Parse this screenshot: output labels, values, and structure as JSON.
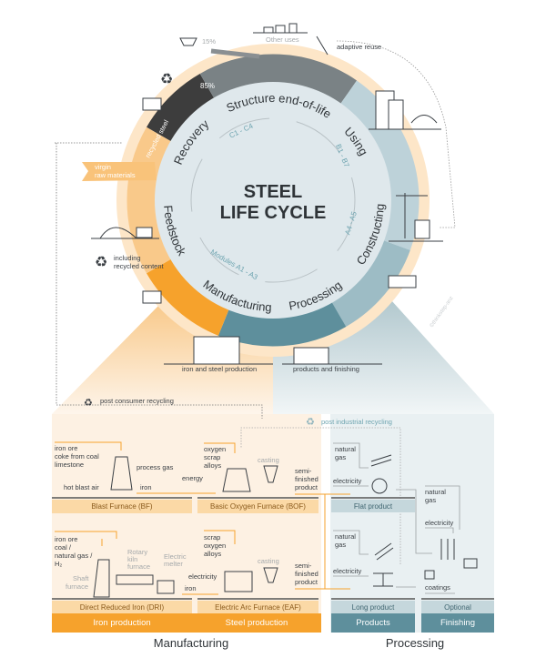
{
  "title": {
    "line1": "STEEL",
    "line2": "LIFE CYCLE"
  },
  "ring": {
    "stages": [
      "Structure end-of-life",
      "Recovery",
      "Using",
      "Feedstock",
      "Manufacturing",
      "Processing",
      "Constructing"
    ],
    "modules": {
      "end_of_life": "C1 - C4",
      "using": "B1 - B7",
      "constructing": "A4 - A5",
      "manufacturing": "Modules A1 - A3"
    }
  },
  "outer": {
    "other_uses": "Other uses",
    "landfill_pct": "15%",
    "recycled_pct": "85%",
    "adaptive_reuse": "adaptive reuse",
    "recycled_steel": "recycled steel",
    "virgin_1": "virgin",
    "virgin_2": "raw materials",
    "including_1": "including",
    "including_2": "recycled content",
    "iron_steel_production": "iron and steel production",
    "products_finishing": "products and finishing",
    "watermark": "©thinkstep-anz"
  },
  "manufacturing": {
    "post_consumer": "post consumer recycling",
    "bf_inputs": [
      "iron ore",
      "coke from coal",
      "limestone"
    ],
    "hot_blast_air": "hot blast air",
    "process_gas": "process gas",
    "energy": "energy",
    "iron": "iron",
    "bof_inputs": [
      "oxygen",
      "scrap",
      "alloys"
    ],
    "casting": "casting",
    "semi_finished": [
      "semi-",
      "finished",
      "product"
    ],
    "dri_inputs": [
      "iron ore",
      "coal /",
      "natural gas /",
      "H₂"
    ],
    "rotary_kiln": [
      "Rotary",
      "kiln",
      "furnace"
    ],
    "electric_melter": [
      "Electric",
      "melter"
    ],
    "shaft_furnace": [
      "Shaft",
      "furnace"
    ],
    "electricity": "electricity",
    "eaf_inputs": [
      "scrap",
      "oxygen",
      "alloys"
    ],
    "labels": {
      "bf": "Blast Furnace (BF)",
      "bof": "Basic Oxygen Furnace (BOF)",
      "dri": "Direct Reduced Iron (DRI)",
      "eaf": "Electric Arc Furnace (EAF)"
    },
    "footer": {
      "iron": "Iron production",
      "steel": "Steel production"
    },
    "section": "Manufacturing"
  },
  "processing": {
    "post_industrial": "post industrial recycling",
    "natural_gas": [
      "natural",
      "gas"
    ],
    "electricity": "electricity",
    "coatings": "coatings",
    "labels": {
      "flat": "Flat product",
      "long": "Long product",
      "optional": "Optional"
    },
    "footer": {
      "products": "Products",
      "finishing": "Finishing"
    },
    "section": "Processing"
  },
  "colors": {
    "orange": "#f6a22c",
    "orange_light": "#fbd9a6",
    "teal": "#5e8f9c",
    "teal_light": "#c5d7dc",
    "disk": "#dfe8ec",
    "dark": "#3d3d3d"
  }
}
